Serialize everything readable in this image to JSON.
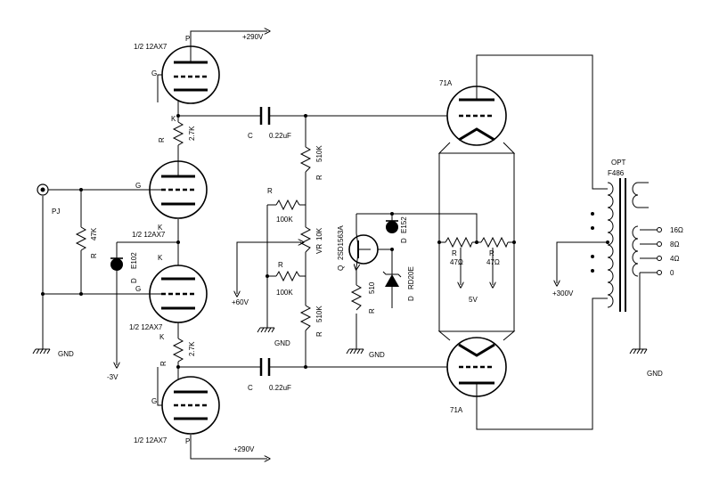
{
  "labels": {
    "tube_top": "1/2 12AX7",
    "tube_mid": "1/2 12AX7",
    "tube_lower": "1/2 12AX7",
    "tube_bottom": "1/2 12AX7",
    "tube_71a_top": "71A",
    "tube_71a_bottom": "71A",
    "p_top": "P",
    "p_bottom": "P",
    "g_top": "G",
    "g_mid": "G",
    "g_lower": "G",
    "g_bottom": "G",
    "k_top": "K",
    "k_mid": "K",
    "k_lower": "K",
    "k_bottom": "K",
    "b290_top": "+290V",
    "b290_bottom": "+290V",
    "r_2k7_top_tag": "R",
    "r_2k7_top_val": "2.7K",
    "r_2k7_bottom_tag": "R",
    "r_2k7_bottom_val": "2.7K",
    "c_top_tag": "C",
    "c_top_val": "0.22uF",
    "c_bottom_tag": "C",
    "c_bottom_val": "0.22uF",
    "pj": "PJ",
    "r_47k_tag": "R",
    "r_47k_val": "47K",
    "d_e102_tag": "D",
    "d_e102_val": "E102",
    "neg3v": "-3V",
    "gnd_left": "GND",
    "r_510k_top_tag": "R",
    "r_510k_top_val": "510K",
    "r_510k_bottom_tag": "R",
    "r_510k_bottom_val": "510K",
    "r_100k_top_tag": "R",
    "r_100k_top_val": "100K",
    "r_100k_bottom_tag": "R",
    "r_100k_bottom_val": "100K",
    "vr_tag": "VR",
    "vr_val": "10K",
    "plus60v": "+60V",
    "gnd_mid": "GND",
    "q_tag": "Q",
    "q_val": "2SD1563A",
    "d_e152_tag": "D",
    "d_e152_val": "E152",
    "d_rd20e_tag": "D",
    "d_rd20e_val": "RD20E",
    "r_510_tag": "R",
    "r_510_val": "510",
    "gnd_q": "GND",
    "r_47ohm_left_tag": "R",
    "r_47ohm_left_val": "47Ω",
    "r_47ohm_right_tag": "R",
    "r_47ohm_right_val": "47Ω",
    "fil_5v": "5V",
    "opt": "OPT",
    "opt_model": "F486",
    "plus300v": "+300V",
    "tap_16": "16Ω",
    "tap_8": "8Ω",
    "tap_4": "4Ω",
    "tap_0": "0",
    "gnd_right": "GND"
  }
}
